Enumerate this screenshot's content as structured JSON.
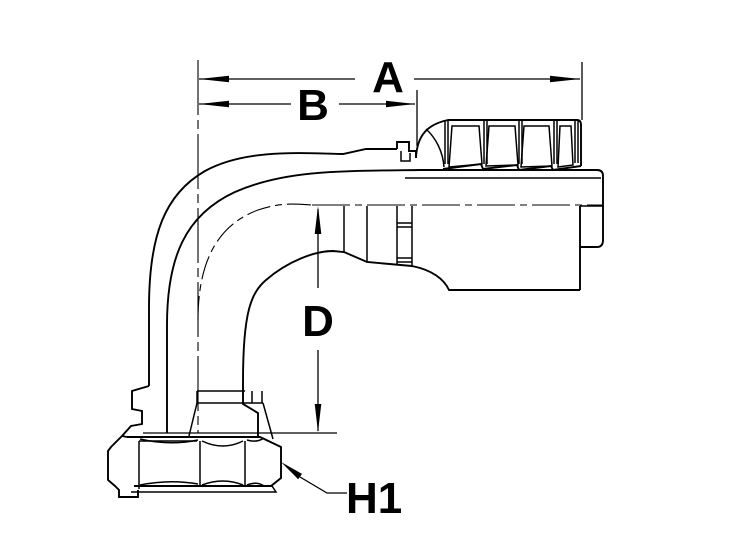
{
  "drawing": {
    "dimension_labels": {
      "a": "A",
      "b": "B",
      "d": "D",
      "h1": "H1"
    },
    "colors": {
      "line": "#000000",
      "label": "#000000",
      "background": "#ffffff"
    }
  }
}
